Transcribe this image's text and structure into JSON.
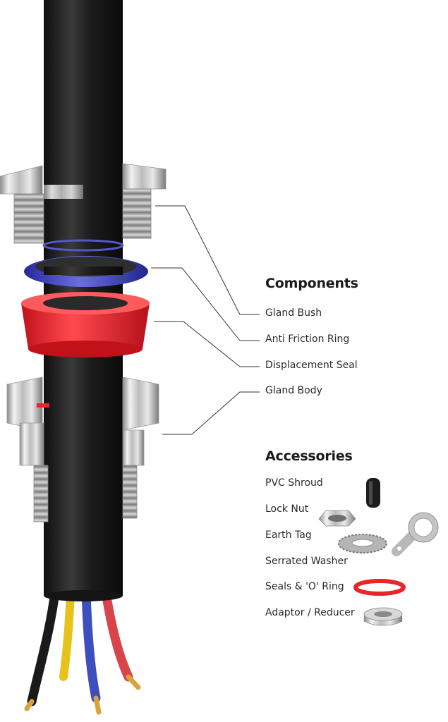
{
  "components": {
    "heading": "Components",
    "items": [
      {
        "label": "Gland Bush"
      },
      {
        "label": "Anti Friction Ring"
      },
      {
        "label": "Displacement Seal"
      },
      {
        "label": "Gland Body"
      }
    ]
  },
  "accessories": {
    "heading": "Accessories",
    "items": [
      {
        "label": "PVC Shroud"
      },
      {
        "label": "Lock Nut"
      },
      {
        "label": "Earth Tag"
      },
      {
        "label": "Serrated Washer"
      },
      {
        "label": "Seals & 'O' Ring"
      },
      {
        "label": "Adaptor / Reducer"
      }
    ]
  },
  "colors": {
    "cable": "#1f1f1f",
    "metal": "#c9c9c9",
    "anti_friction_ring": "#3c3fb0",
    "displacement_seal": "#e8252b",
    "wire_blue": "#3d4fbf",
    "wire_red": "#d9434a",
    "wire_yellow": "#e6c21a",
    "wire_copper": "#d9a23a",
    "leader_line": "#333333"
  }
}
